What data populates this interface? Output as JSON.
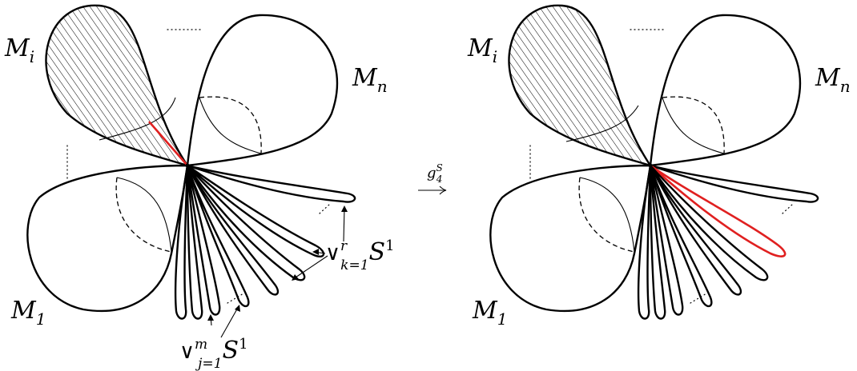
{
  "labels": {
    "m_i": "M",
    "m_i_sub": "i",
    "m_n": "M",
    "m_n_sub": "n",
    "m_1": "M",
    "m_1_sub": "1",
    "wedge_symbol": "∨",
    "wedge_r_sup": "r",
    "wedge_r_sub": "k=1",
    "wedge_m_sup": "m",
    "wedge_m_sub": "j=1",
    "sphere": "S",
    "sphere_sup": "1",
    "map_label": "g",
    "map_label_sup": "S",
    "map_label_sub": "4"
  },
  "colors": {
    "highlight": "#e02020",
    "stroke": "#000000"
  }
}
